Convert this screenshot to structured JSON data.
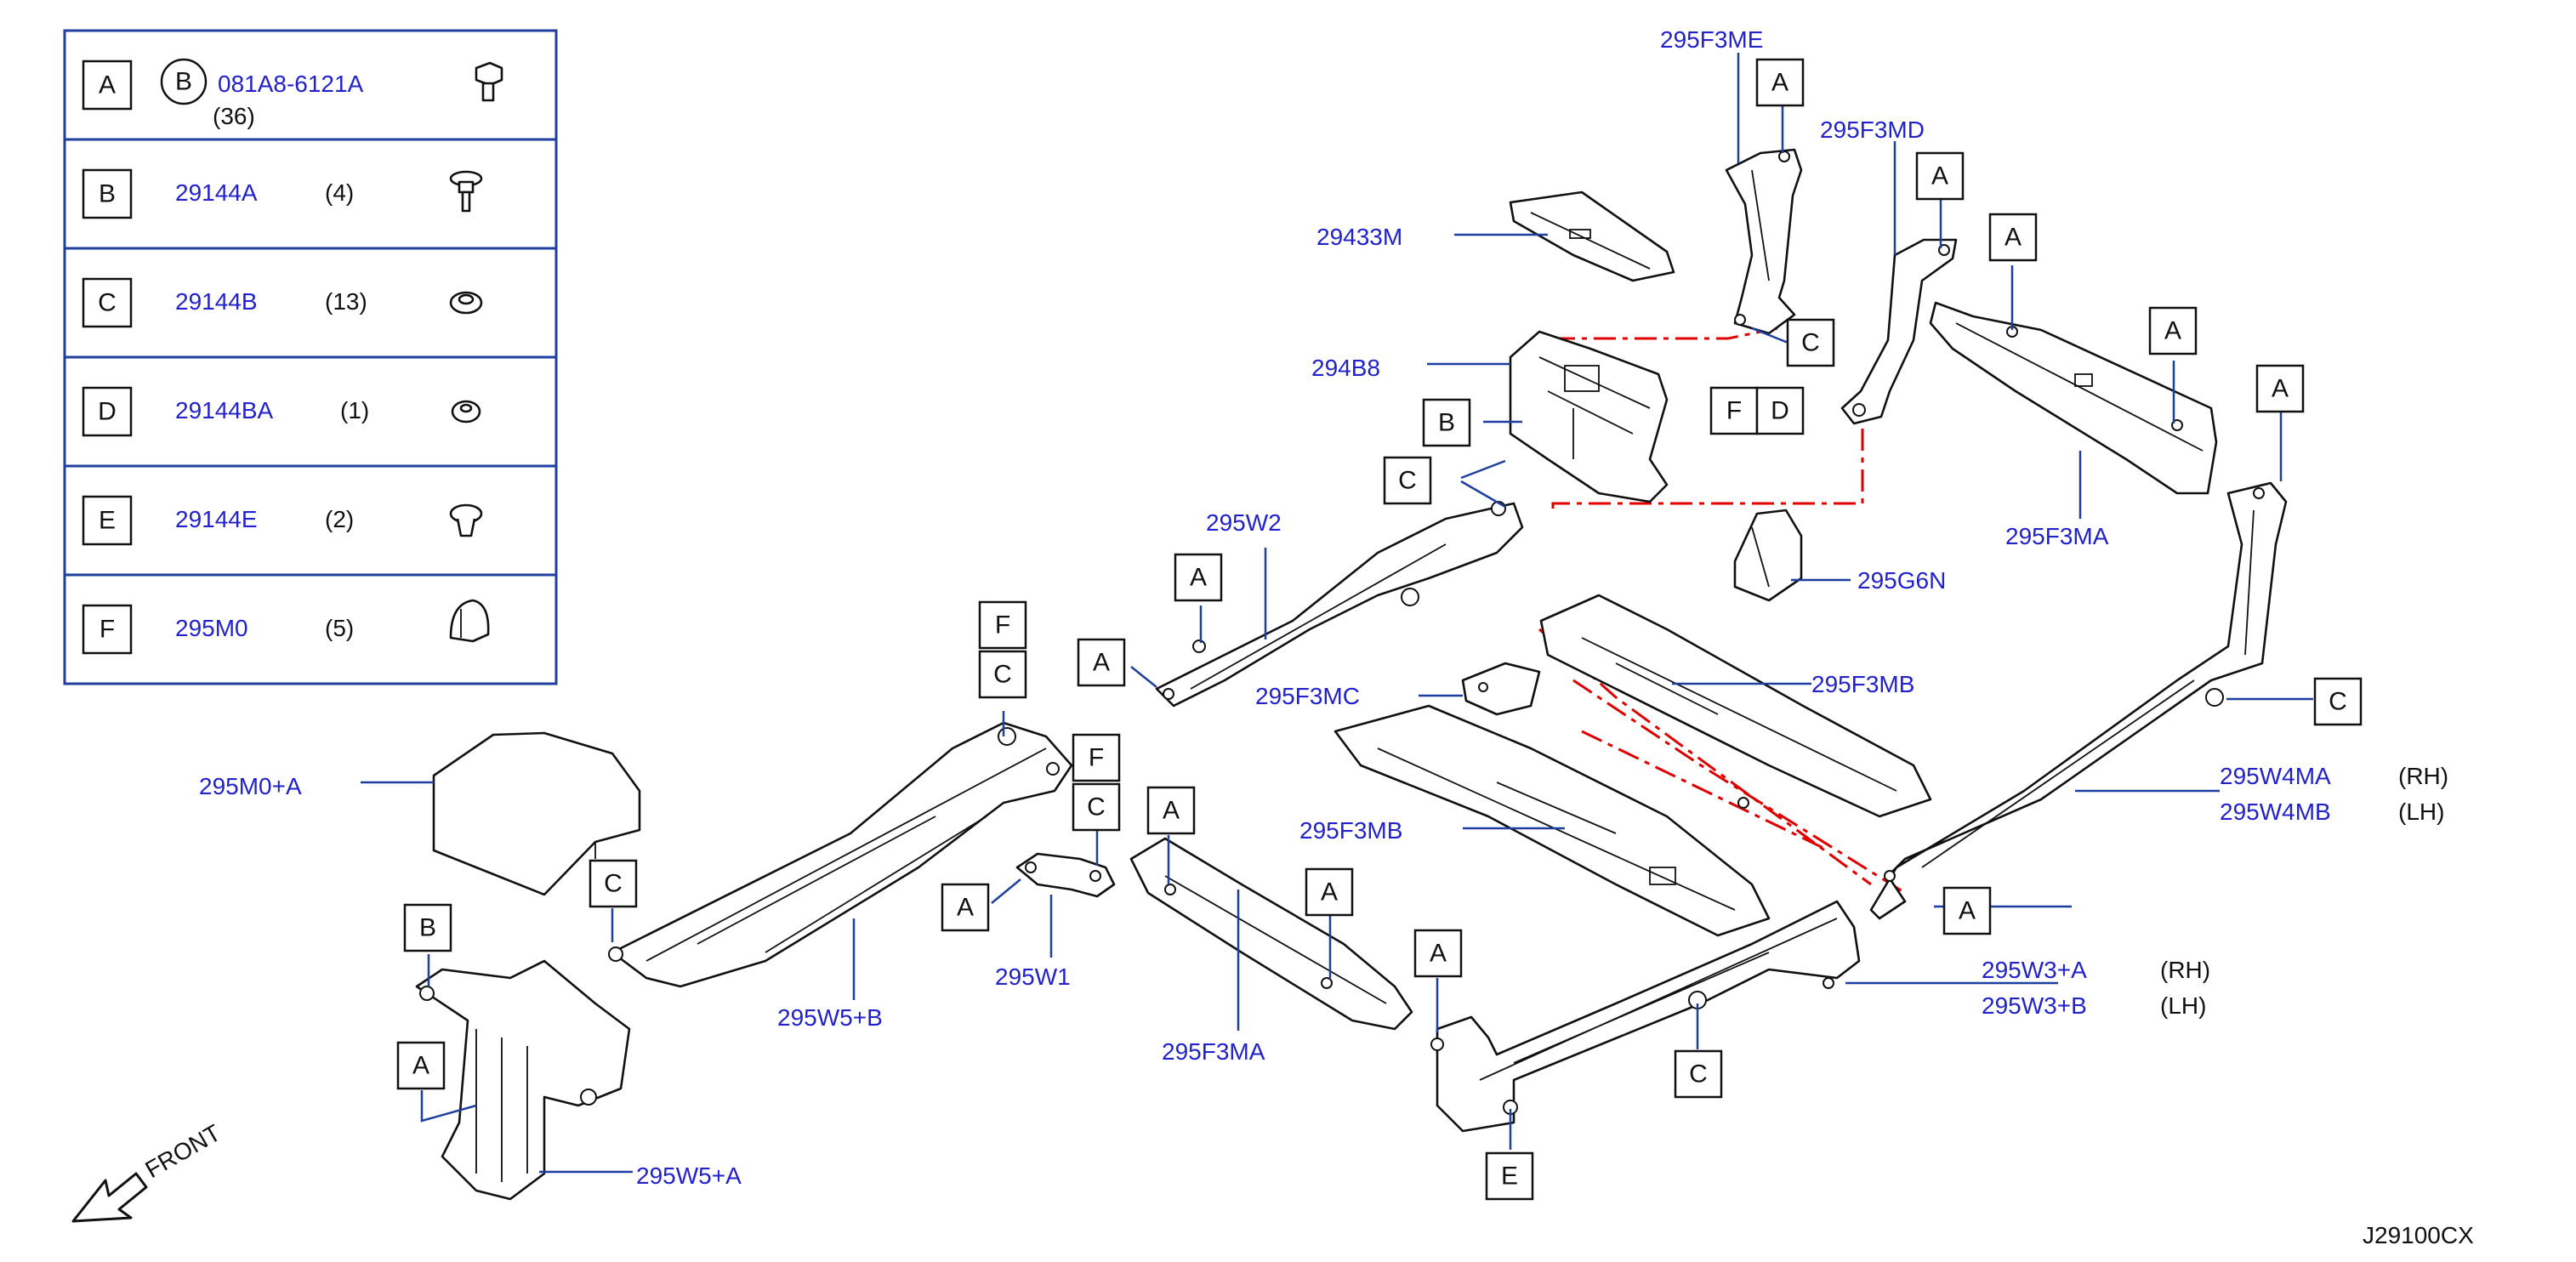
{
  "legend": {
    "rows": [
      {
        "letter": "A",
        "sub": "B",
        "part": "081A8-6121A",
        "qty": "(36)",
        "icon": "bolt-icon"
      },
      {
        "letter": "B",
        "part": "29144A",
        "qty": "(4)",
        "icon": "screw-icon"
      },
      {
        "letter": "C",
        "part": "29144B",
        "qty": "(13)",
        "icon": "nut-icon"
      },
      {
        "letter": "D",
        "part": "29144BA",
        "qty": "(1)",
        "icon": "nut-icon"
      },
      {
        "letter": "E",
        "part": "29144E",
        "qty": "(2)",
        "icon": "clip-icon"
      },
      {
        "letter": "F",
        "part": "295M0",
        "qty": "(5)",
        "icon": "cap-icon"
      }
    ]
  },
  "callouts": [
    {
      "id": "295F3ME",
      "text": "295F3ME"
    },
    {
      "id": "295F3MD",
      "text": "295F3MD"
    },
    {
      "id": "29433M",
      "text": "29433M"
    },
    {
      "id": "294B8",
      "text": "294B8"
    },
    {
      "id": "295W2",
      "text": "295W2"
    },
    {
      "id": "295F3MA_r",
      "text": "295F3MA"
    },
    {
      "id": "295G6N",
      "text": "295G6N"
    },
    {
      "id": "295F3MB_t",
      "text": "295F3MB"
    },
    {
      "id": "295F3MC",
      "text": "295F3MC"
    },
    {
      "id": "295M0A",
      "text": "295M0+A"
    },
    {
      "id": "295F3MB_m",
      "text": "295F3MB"
    },
    {
      "id": "295W4MA",
      "text": "295W4MA"
    },
    {
      "id": "295W4MB",
      "text": "295W4MB"
    },
    {
      "id": "295W1",
      "text": "295W1"
    },
    {
      "id": "295W5B",
      "text": "295W5+B"
    },
    {
      "id": "295F3MA_l",
      "text": "295F3MA"
    },
    {
      "id": "295W3A",
      "text": "295W3+A"
    },
    {
      "id": "295W3B",
      "text": "295W3+B"
    },
    {
      "id": "295W5A",
      "text": "295W5+A"
    }
  ],
  "side_notes": {
    "rh": "(RH)",
    "lh": "(LH)"
  },
  "front_label": "FRONT",
  "diagram_code": "J29100CX",
  "colors": {
    "label_blue": "#2222cc",
    "leader_blue": "#1f3fa0",
    "dash_red": "#e00000"
  }
}
